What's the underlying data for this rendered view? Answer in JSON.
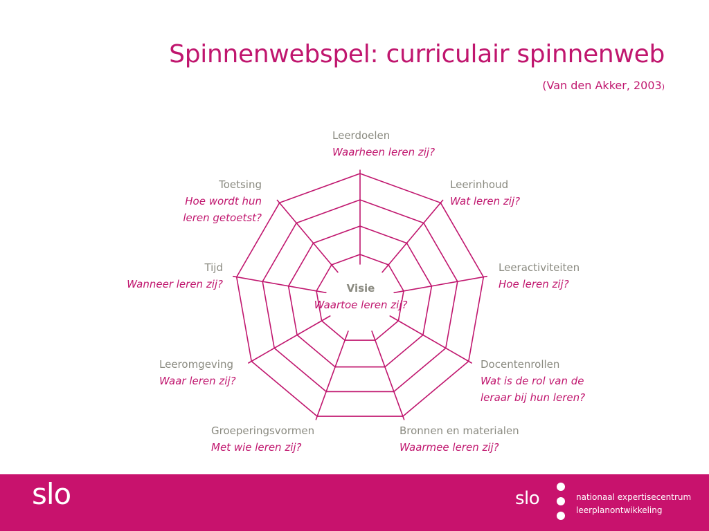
{
  "slide": {
    "title": "Spinnenwebspel: curriculair spinnenweb",
    "subtitle_main": "(Van den Akker, 2003",
    "subtitle_end": ")"
  },
  "diagram": {
    "center": {
      "name": "Visie",
      "question": "Waartoe leren zij?"
    },
    "components": [
      {
        "name": "Leerdoelen",
        "question": "Waarheen leren zij?"
      },
      {
        "name": "Leerinhoud",
        "question": "Wat leren zij?"
      },
      {
        "name": "Leeractiviteiten",
        "question": "Hoe leren zij?"
      },
      {
        "name": "Docentenrollen",
        "question_line1": "Wat is de rol van de",
        "question_line2": "leraar bij hun leren?"
      },
      {
        "name": "Bronnen en materialen",
        "question": "Waarmee leren zij?"
      },
      {
        "name": "Groeperingsvormen",
        "question": "Met wie leren zij?"
      },
      {
        "name": "Leeromgeving",
        "question": "Waar leren zij?"
      },
      {
        "name": "Tijd",
        "question": "Wanneer leren zij?"
      },
      {
        "name": "Toetsing",
        "question_line1": "Hoe wordt hun",
        "question_line2": "leren getoetst?"
      }
    ],
    "line_color": "#c0166e"
  },
  "footer": {
    "logo": "slo",
    "small_logo": "slo",
    "text_line1": "nationaal expertisecentrum",
    "text_line2": "leerplanontwikkeling",
    "background": "#c8126d"
  }
}
